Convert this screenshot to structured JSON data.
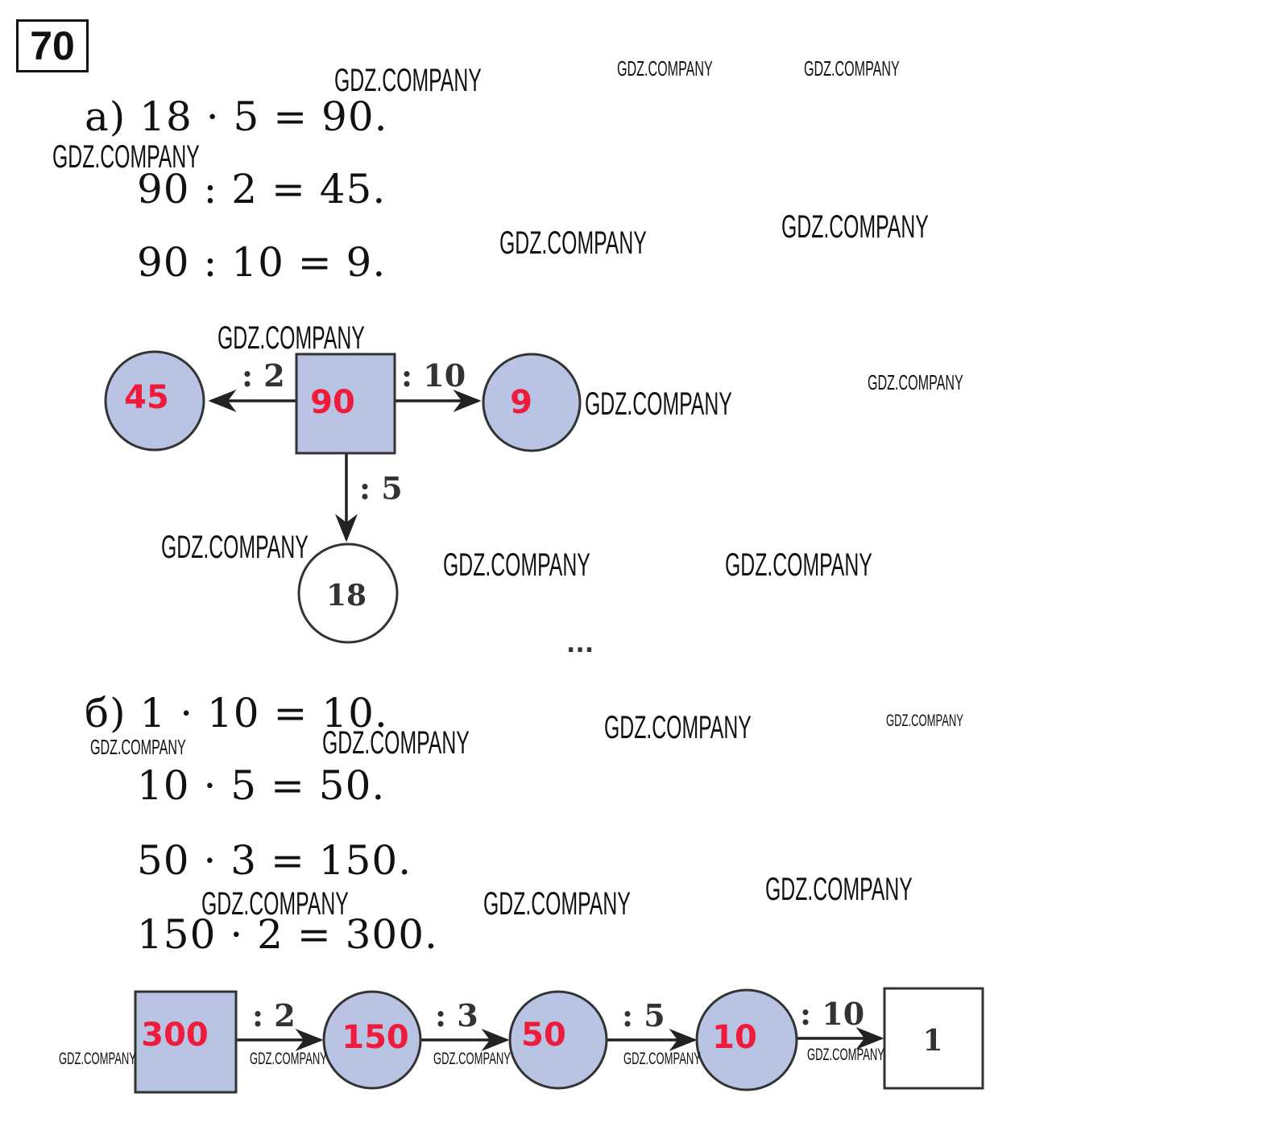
{
  "task_number": "70",
  "part_a": {
    "lines": [
      "а) 18 · 5 = 90.",
      "90 : 2 = 45.",
      "90 : 10 = 9."
    ],
    "diagram": {
      "center": "90",
      "left_node": "45",
      "left_label": ": 2",
      "right_node": "9",
      "right_label": ": 10",
      "bottom_node": "18",
      "bottom_label": ": 5"
    },
    "ellipsis": "..."
  },
  "part_b": {
    "lines": [
      "б) 1 · 10 = 10.",
      "10 · 5 = 50.",
      "50 · 3 = 150.",
      "150 · 2 = 300."
    ],
    "chain": {
      "nodes": [
        "300",
        "150",
        "50",
        "10",
        "1"
      ],
      "labels": [
        ": 2",
        ": 3",
        ": 5",
        ": 10"
      ]
    }
  },
  "watermark": "GDZ.COMPANY",
  "colors": {
    "node_fill": "#b9c4e4",
    "answer_red": "#ee1c3a",
    "stroke": "#333333"
  }
}
